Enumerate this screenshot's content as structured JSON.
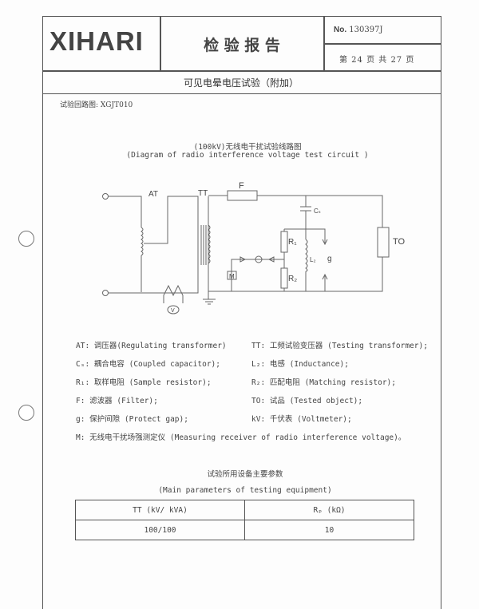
{
  "header": {
    "logo": "XIHARI",
    "title": "检 验 报 告",
    "no_label": "No.",
    "no_value": "130397J",
    "page_info": "第 24 页 共 27 页"
  },
  "section_title": "可见电晕电压试验（附加）",
  "circuit_ref": "试验回路图: XGJT010",
  "diagram": {
    "title_cn": "(100kV)无线电干扰试验线路图",
    "title_en": "(Diagram of radio interference voltage test circuit )",
    "labels": {
      "at": "AT",
      "tt": "TT",
      "f": "F",
      "cs": "Cₛ",
      "to": "TO",
      "r1": "R₁",
      "r2": "R₂",
      "l2": "L₂",
      "g": "g",
      "m": "M",
      "v": "V"
    }
  },
  "legend": [
    "AT: 调压器(Regulating transformer)",
    "TT: 工频试验变压器 (Testing transformer);",
    "Cₛ: 耦合电容 (Coupled capacitor);",
    "L₂: 电感 (Inductance);",
    "R₁: 取样电阻 (Sample resistor);",
    "R₂: 匹配电阻 (Matching resistor);",
    "F: 滤波器 (Filter);",
    "TO: 试品 (Tested object);",
    "g: 保护间隙 (Protect gap);",
    "kV: 千伏表 (Voltmeter);",
    "M: 无线电干扰场强测定仪 (Measuring receiver of radio interference voltage)。"
  ],
  "params": {
    "title_cn": "试验所用设备主要参数",
    "title_en": "(Main parameters of testing equipment)",
    "headers": [
      "TT (kV/ kVA)",
      "Rₚ (kΩ)"
    ],
    "rows": [
      [
        "100/100",
        "10"
      ]
    ]
  }
}
